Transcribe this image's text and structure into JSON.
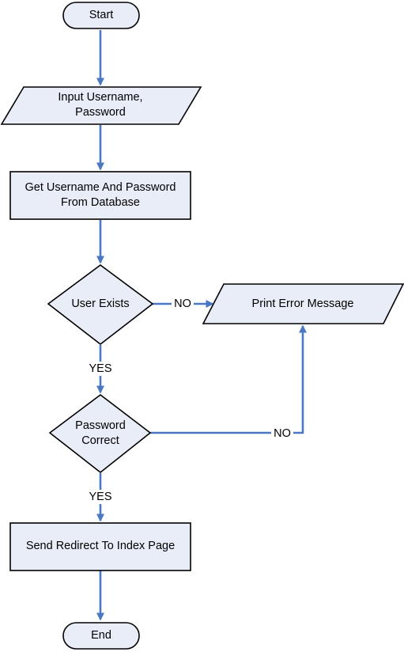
{
  "nodes": {
    "start": {
      "lines": [
        "Start"
      ]
    },
    "input": {
      "lines": [
        "Input Username,",
        "Password"
      ]
    },
    "get": {
      "lines": [
        "Get Username And Password",
        "From Database"
      ]
    },
    "exists": {
      "lines": [
        "User Exists"
      ]
    },
    "error": {
      "lines": [
        "Print Error Message"
      ]
    },
    "password": {
      "lines": [
        "Password",
        "Correct"
      ]
    },
    "redirect": {
      "lines": [
        "Send Redirect To Index Page"
      ]
    },
    "end": {
      "lines": [
        "End"
      ]
    }
  },
  "edges": {
    "exists_no": "NO",
    "exists_yes": "YES",
    "password_no": "NO",
    "password_yes": "YES"
  },
  "colors": {
    "shape_fill": "#e9edf8",
    "edge": "#4a78c2"
  }
}
